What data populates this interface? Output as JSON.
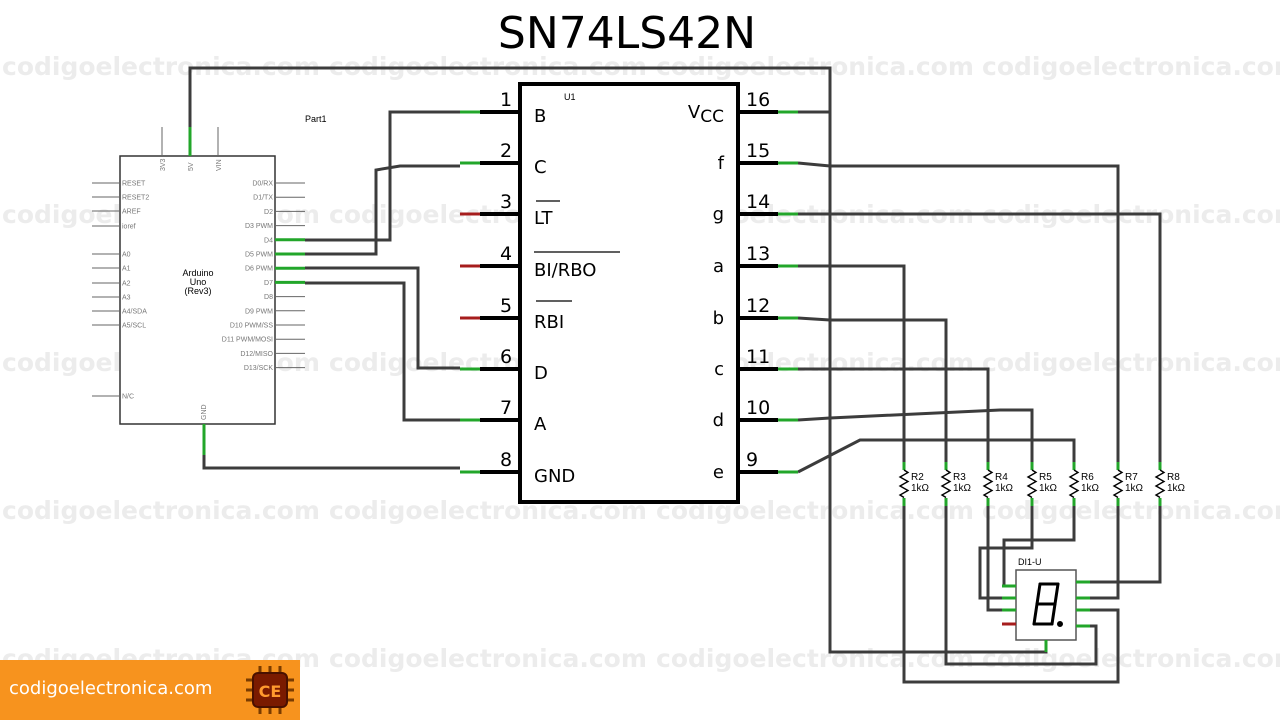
{
  "title": "SN74LS42N",
  "watermark": "codigoelectronica.com",
  "footer": {
    "text": "codigoelectronica.com",
    "logo_text": "CE"
  },
  "colors": {
    "accent": "#f7931e",
    "pin_connected": "#22a62a",
    "pin_unconnected": "#a61d1d",
    "wire": "#3c3c3c"
  },
  "ic": {
    "ref": "U1",
    "left_pins": [
      {
        "num": "1",
        "name": "B"
      },
      {
        "num": "2",
        "name": "C"
      },
      {
        "num": "3",
        "name": "LT"
      },
      {
        "num": "4",
        "name": "BI/RBO"
      },
      {
        "num": "5",
        "name": "RBI"
      },
      {
        "num": "6",
        "name": "D"
      },
      {
        "num": "7",
        "name": "A"
      },
      {
        "num": "8",
        "name": "GND"
      }
    ],
    "right_pins": [
      {
        "num": "16",
        "name": "V",
        "sub": "CC"
      },
      {
        "num": "15",
        "name": "f"
      },
      {
        "num": "14",
        "name": "g"
      },
      {
        "num": "13",
        "name": "a"
      },
      {
        "num": "12",
        "name": "b"
      },
      {
        "num": "11",
        "name": "c"
      },
      {
        "num": "10",
        "name": "d"
      },
      {
        "num": "9",
        "name": "e"
      }
    ]
  },
  "arduino": {
    "part_label": "Part1",
    "name_lines": [
      "Arduino",
      "Uno",
      "(Rev3)"
    ],
    "top_pins": [
      "3V3",
      "5V",
      "VIN"
    ],
    "bottom_pin": "GND",
    "left_pins": [
      "RESET",
      "RESET2",
      "AREF",
      "ioref",
      "A0",
      "A1",
      "A2",
      "A3",
      "A4/SDA",
      "A5/SCL",
      "N/C"
    ],
    "right_pins": [
      "D0/RX",
      "D1/TX",
      "D2",
      "D3 PWM",
      "D4",
      "D5 PWM",
      "D6 PWM",
      "D7",
      "D8",
      "D9 PWM",
      "D10 PWM/SS",
      "D11 PWM/MOSI",
      "D12/MISO",
      "D13/SCK"
    ]
  },
  "resistors": [
    {
      "ref": "R2",
      "value": "1kΩ"
    },
    {
      "ref": "R3",
      "value": "1kΩ"
    },
    {
      "ref": "R4",
      "value": "1kΩ"
    },
    {
      "ref": "R5",
      "value": "1kΩ"
    },
    {
      "ref": "R6",
      "value": "1kΩ"
    },
    {
      "ref": "R7",
      "value": "1kΩ"
    },
    {
      "ref": "R8",
      "value": "1kΩ"
    }
  ],
  "display": {
    "ref": "DI1-U",
    "digit": "8."
  }
}
